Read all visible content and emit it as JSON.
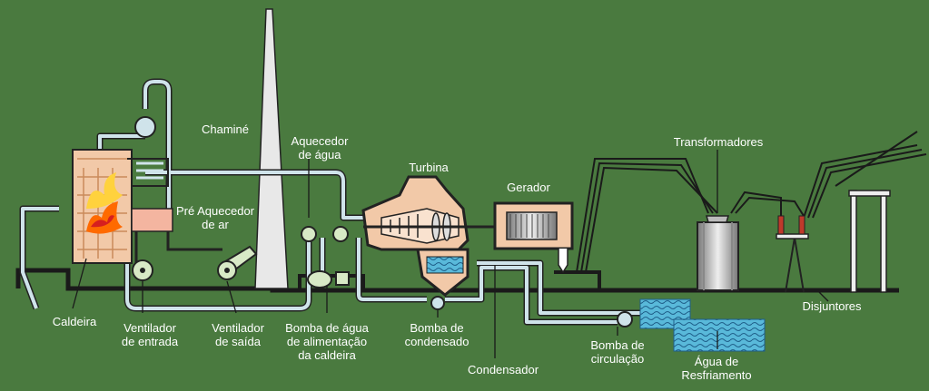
{
  "colors": {
    "background": "#4a7a3f",
    "pipe": "#cfe3ea",
    "pipe_outline": "#222222",
    "equipment_fill": "#f2c9a8",
    "ground": "#1a1a1a",
    "water": "#59b9da",
    "flame": "#ff8a00"
  },
  "labels": {
    "chamine": "Chaminé",
    "aquecedor_agua": "Aquecedor\nde água",
    "turbina": "Turbina",
    "gerador": "Gerador",
    "transformadores": "Transformadores",
    "pre_aquecedor_ar": "Pré Aquecedor\nde ar",
    "caldeira": "Caldeira",
    "ventilador_entrada": "Ventilador\nde entrada",
    "ventilador_saida": "Ventilador\nde saída",
    "bomba_alimentacao": "Bomba de água\nde alimentação\nda caldeira",
    "bomba_condensado": "Bomba de\ncondensado",
    "condensador": "Condensador",
    "bomba_circulacao": "Bomba de\ncirculação",
    "agua_resfriamento": "Água de\nResfriamento",
    "disjuntores": "Disjuntores"
  }
}
